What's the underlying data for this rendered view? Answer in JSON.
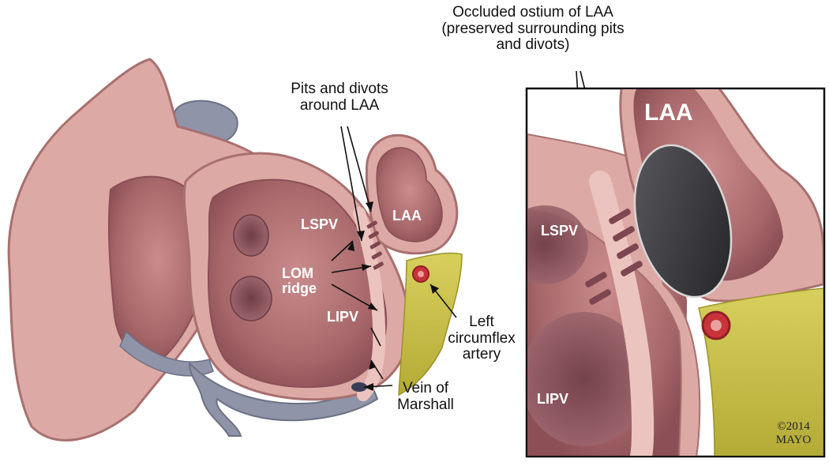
{
  "labels": {
    "occluded_ostium": [
      "Occluded ostium of LAA",
      "(preserved surrounding pits",
      "and divots)"
    ],
    "pits_divots": [
      "Pits and divots",
      "around LAA"
    ],
    "laa_main": "LAA",
    "lspv_main": "LSPV",
    "lom_ridge": [
      "LOM",
      "ridge"
    ],
    "lipv_main": "LIPV",
    "left_circumflex": [
      "Left",
      "circumflex",
      "artery"
    ],
    "vein_marshall": [
      "Vein of",
      "Marshall"
    ],
    "laa_inset": "LAA",
    "lspv_inset": "LSPV",
    "lipv_inset": "LIPV",
    "copyright": [
      "©2014",
      "MAYO"
    ]
  },
  "colors": {
    "tissue": "#d9a3a0",
    "tissue_dark": "#b67a78",
    "cavity": "#a9686b",
    "vessel": "#8f94a8",
    "fat": "#c9c24a",
    "artery": "#c8343a",
    "occluder": "#2f2f33"
  }
}
